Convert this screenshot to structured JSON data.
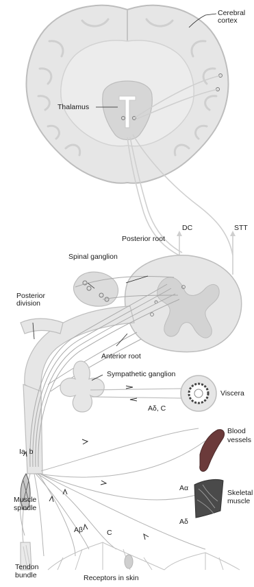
{
  "labels": {
    "cerebral_cortex": "Cerebral\ncortex",
    "thalamus": "Thalamus",
    "dc": "DC",
    "stt": "STT",
    "posterior_root": "Posterior root",
    "spinal_ganglion": "Spinal ganglion",
    "posterior_division": "Posterior\ndivision",
    "anterior_root": "Anterior root",
    "sympathetic_ganglion": "Sympathetic ganglion",
    "viscera": "Viscera",
    "a_delta_c": "Aδ, C",
    "ia_b": "Ia, b",
    "blood_vessels": "Blood\nvessels",
    "muscle_spindle": "Muscle\nspindle",
    "a_alpha": "Aα",
    "skeletal_muscle": "Skeletal\nmuscle",
    "a_beta": "Aβ",
    "c": "C",
    "a_delta": "Aδ",
    "tendon_bundle": "Tendon\nbundle",
    "receptors_in_skin": "Receptors in skin"
  },
  "colors": {
    "tissue_fill": "#e6e6e6",
    "tissue_edge": "#bdbdbd",
    "pathway_stroke": "#cfcfcf",
    "fiber_stroke": "#8a8a8a",
    "dark_tissue": "#4a4a4a",
    "vessel": "#6b3a3a",
    "text": "#1a1a1a"
  }
}
